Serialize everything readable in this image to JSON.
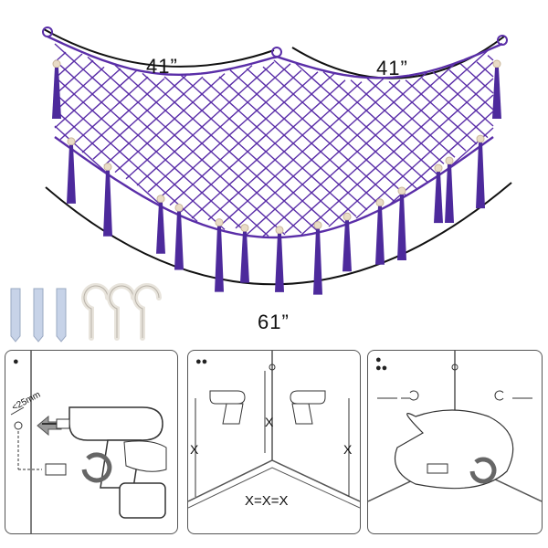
{
  "product": {
    "dimensions": {
      "top_left": "41”",
      "top_right": "41”",
      "bottom": "61”"
    },
    "net_color": "#5a2ea8",
    "tassel_color": "#4d2a9c",
    "hardware": {
      "anchors_count": 3,
      "hooks_count": 3
    }
  },
  "instructions": {
    "steps": [
      {
        "marker": "●",
        "drill_depth": "<25mm"
      },
      {
        "marker": "●●",
        "distance_label": "X"
      },
      {
        "marker": "●\n●●"
      }
    ],
    "equation": "X=X=X"
  }
}
